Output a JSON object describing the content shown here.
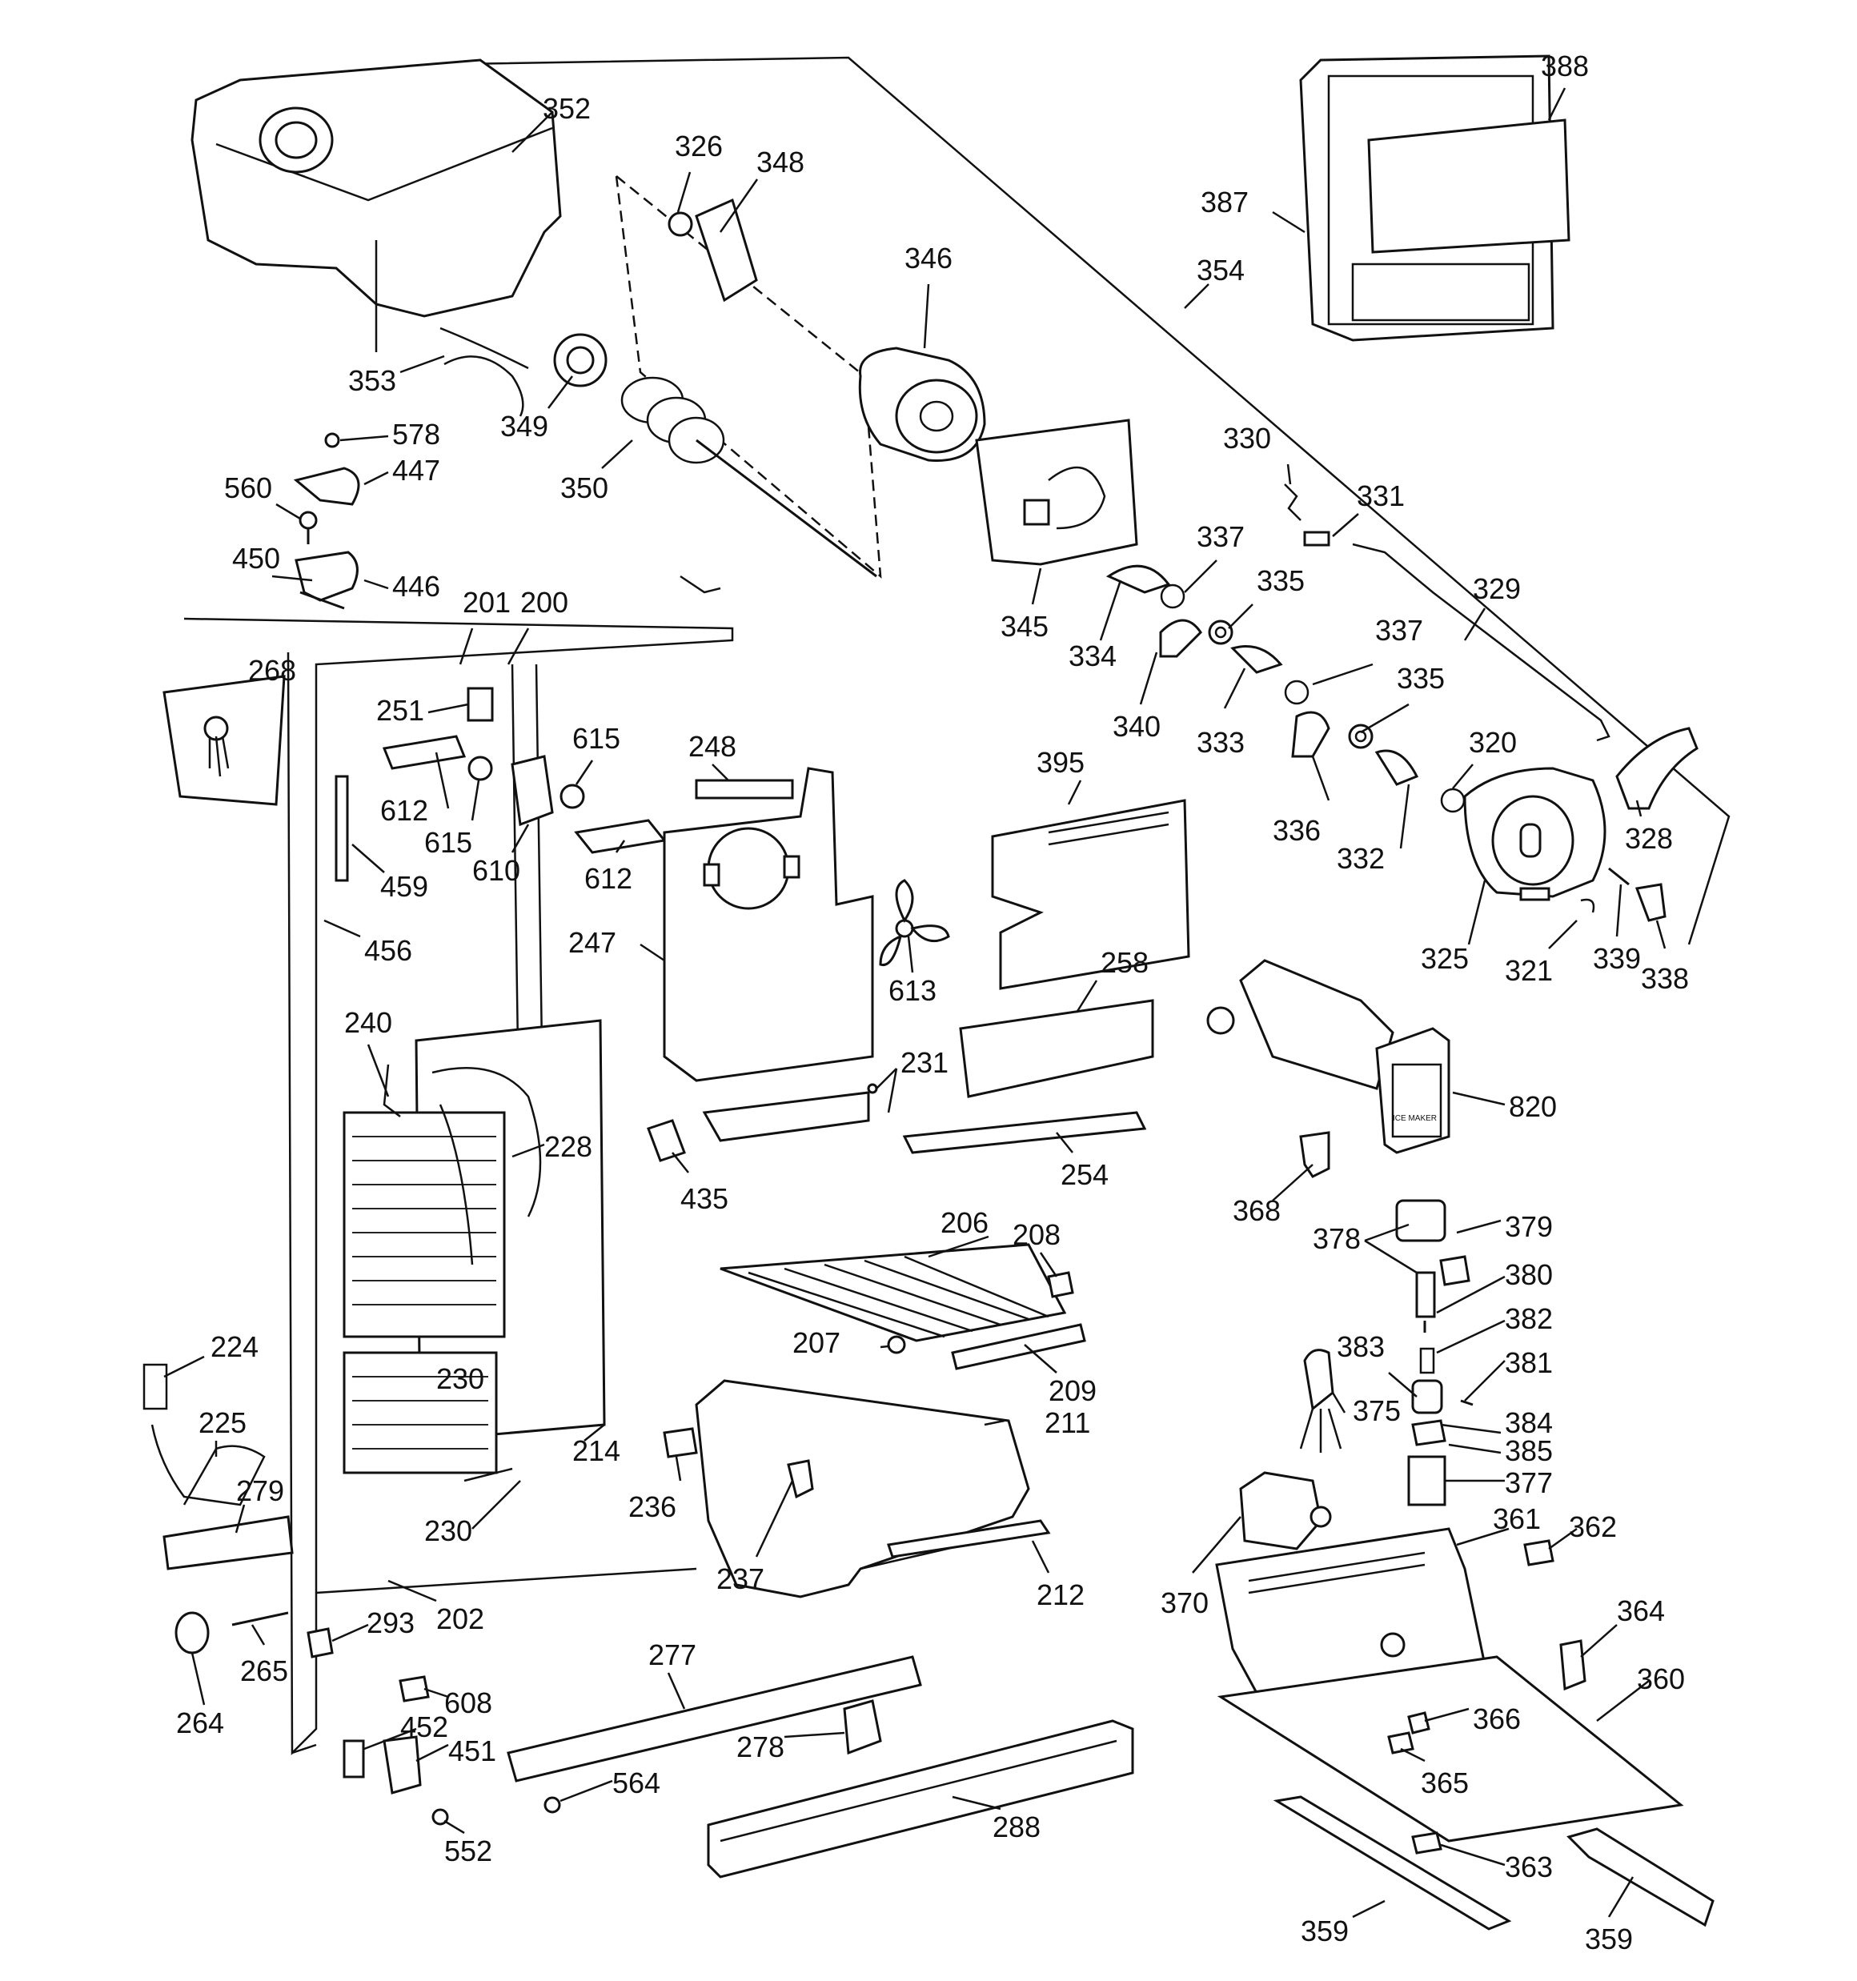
{
  "diagram": {
    "part_labels": [
      "352",
      "326",
      "348",
      "346",
      "388",
      "387",
      "354",
      "353",
      "349",
      "350",
      "578",
      "447",
      "560",
      "450",
      "446",
      "330",
      "331",
      "337",
      "335",
      "329",
      "345",
      "334",
      "340",
      "333",
      "337",
      "335",
      "320",
      "328",
      "201",
      "200",
      "268",
      "251",
      "615",
      "248",
      "395",
      "612",
      "615",
      "610",
      "612",
      "459",
      "336",
      "332",
      "325",
      "321",
      "339",
      "338",
      "456",
      "247",
      "613",
      "258",
      "240",
      "231",
      "228",
      "820",
      "435",
      "254",
      "368",
      "206",
      "208",
      "378",
      "379",
      "380",
      "207",
      "382",
      "383",
      "224",
      "209",
      "381",
      "375",
      "211",
      "225",
      "384",
      "385",
      "214",
      "236",
      "377",
      "279",
      "230",
      "361",
      "362",
      "237",
      "212",
      "370",
      "230",
      "202",
      "364",
      "293",
      "265",
      "277",
      "360",
      "264",
      "608",
      "278",
      "452",
      "366",
      "451",
      "564",
      "365",
      "288",
      "552",
      "363",
      "359",
      "359"
    ],
    "ice_maker_label": "ICE MAKER"
  }
}
